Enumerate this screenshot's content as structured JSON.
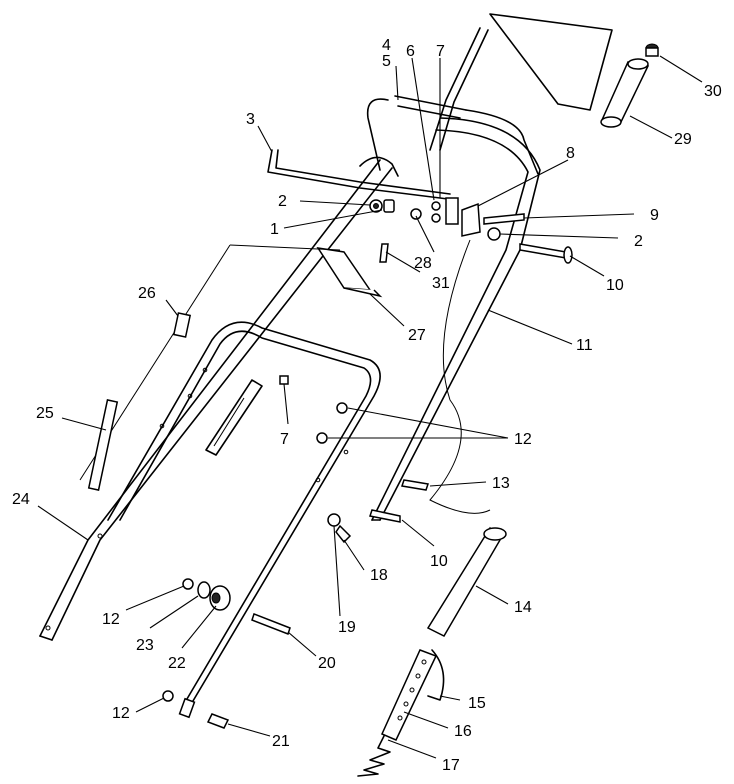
{
  "labels": {
    "l1": "1",
    "l2a": "2",
    "l2b": "2",
    "l3": "3",
    "l4": "4",
    "l5": "5",
    "l6": "6",
    "l7a": "7",
    "l7b": "7",
    "l8": "8",
    "l9": "9",
    "l10a": "10",
    "l10b": "10",
    "l11": "11",
    "l12a": "12",
    "l12b": "12",
    "l12c": "12",
    "l13": "13",
    "l14": "14",
    "l15": "15",
    "l16": "16",
    "l17": "17",
    "l18": "18",
    "l19": "19",
    "l20": "20",
    "l21": "21",
    "l22": "22",
    "l23": "23",
    "l24": "24",
    "l25": "25",
    "l26": "26",
    "l27": "27",
    "l28": "28",
    "l29": "29",
    "l30": "30",
    "l31": "31"
  }
}
